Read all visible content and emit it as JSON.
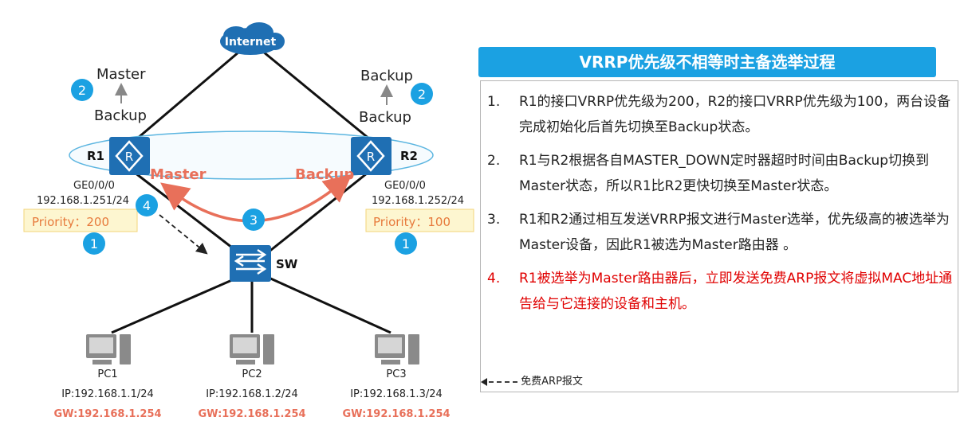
{
  "colors": {
    "accent": "#1ba1e2",
    "device": "#1f6fb3",
    "highlight_red": "#e00000",
    "arrow_red": "#e8705a",
    "priority_fill": "#fdf6d0",
    "priority_text": "#e77a3c"
  },
  "diagram": {
    "internet_label": "Internet",
    "r1": {
      "name": "R1",
      "upper_state": "Master",
      "lower_state": "Backup",
      "port": "GE0/0/0",
      "ip": "192.168.1.251/24",
      "priority": "Priority：200",
      "role": "Master"
    },
    "r2": {
      "name": "R2",
      "upper_state": "Backup",
      "lower_state": "Backup",
      "port": "GE0/0/0",
      "ip": "192.168.1.252/24",
      "priority": "Priority：100",
      "role": "Backup"
    },
    "sw_label": "SW",
    "step_badges": [
      "1",
      "1",
      "2",
      "2",
      "3",
      "4"
    ],
    "pcs": [
      {
        "name": "PC1",
        "ip": "IP:192.168.1.1/24",
        "gw": "GW:192.168.1.254"
      },
      {
        "name": "PC2",
        "ip": "IP:192.168.1.2/24",
        "gw": "GW:192.168.1.254"
      },
      {
        "name": "PC3",
        "ip": "IP:192.168.1.3/24",
        "gw": "GW:192.168.1.254"
      }
    ]
  },
  "panel": {
    "title": "VRRP优先级不相等时主备选举过程",
    "steps": [
      {
        "num": "1.",
        "text": "R1的接口VRRP优先级为200，R2的接口VRRP优先级为100，两台设备完成初始化后首先切换至Backup状态。"
      },
      {
        "num": "2.",
        "text": "R1与R2根据各自MASTER_DOWN定时器超时时间由Backup切换到Master状态，所以R1比R2更快切换至Master状态。"
      },
      {
        "num": "3.",
        "text": "R1和R2通过相互发送VRRP报文进行Master选举，优先级高的被选举为Master设备，因此R1被选为Master路由器 。"
      },
      {
        "num": "4.",
        "text": "R1被选举为Master路由器后，立即发送免费ARP报文将虚拟MAC地址通告给与它连接的设备和主机。"
      }
    ],
    "legend": "免费ARP报文"
  }
}
